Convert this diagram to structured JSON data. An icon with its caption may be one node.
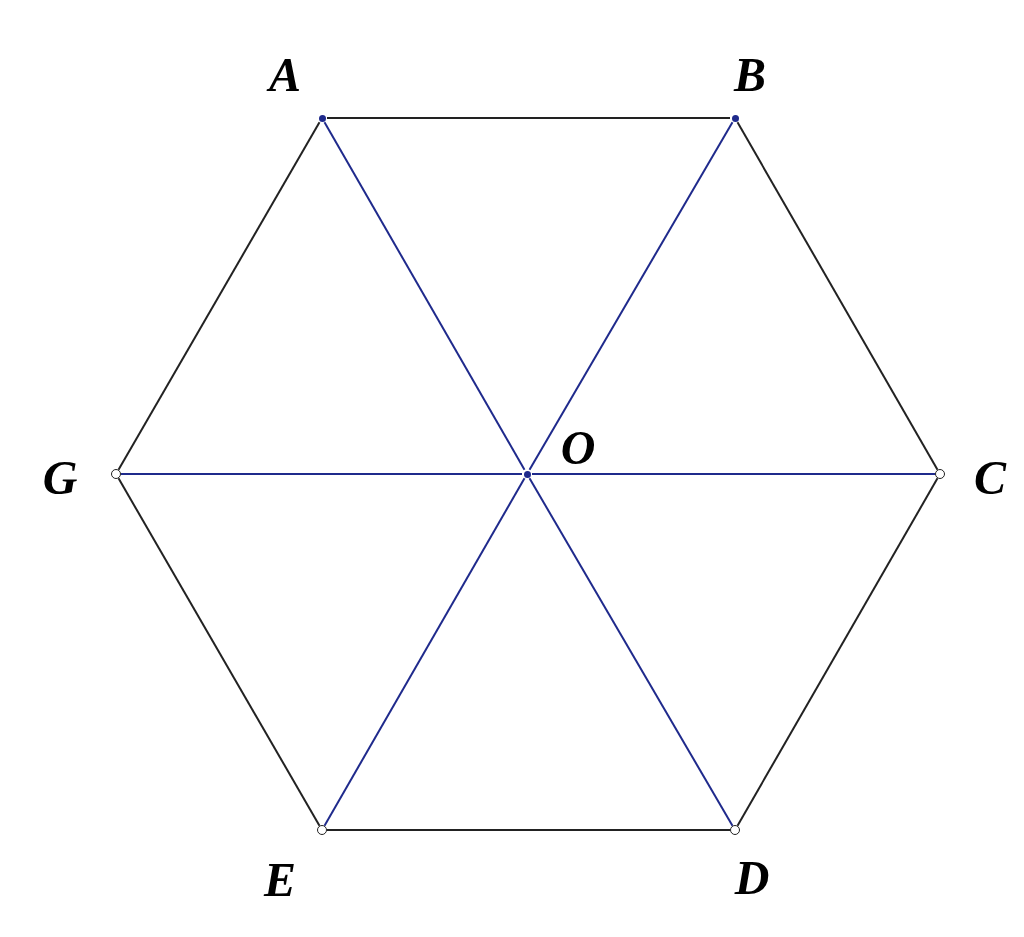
{
  "diagram": {
    "nodes": [
      {
        "text": [],
        "shape": "dot",
        "beside": [
          "A"
        ]
      },
      {
        "text": [],
        "shape": "dot",
        "beside": [
          "B"
        ]
      },
      {
        "text": [],
        "shape": "circle",
        "beside": [
          "C"
        ]
      },
      {
        "text": [],
        "shape": "circle",
        "beside": [
          "D"
        ]
      },
      {
        "text": [],
        "shape": "circle",
        "beside": [
          "E"
        ]
      },
      {
        "text": [],
        "shape": "circle",
        "beside": [
          "G"
        ]
      },
      {
        "text": [],
        "shape": "dot",
        "beside": [
          "O"
        ]
      }
    ],
    "edges": [
      {
        "from": 0,
        "to": 1,
        "arrow": "none"
      },
      {
        "from": 1,
        "to": 2,
        "arrow": "none"
      },
      {
        "from": 2,
        "to": 3,
        "arrow": "none"
      },
      {
        "from": 3,
        "to": 4,
        "arrow": "none"
      },
      {
        "from": 4,
        "to": 5,
        "arrow": "none"
      },
      {
        "from": 5,
        "to": 0,
        "arrow": "none"
      },
      {
        "from": 0,
        "to": 6,
        "arrow": "none",
        "color": "#1f2a8c"
      },
      {
        "from": 6,
        "to": 3,
        "arrow": "none",
        "color": "#1f2a8c"
      },
      {
        "from": 1,
        "to": 6,
        "arrow": "none",
        "color": "#1f2a8c"
      },
      {
        "from": 6,
        "to": 4,
        "arrow": "none",
        "color": "#1f2a8c"
      },
      {
        "from": 5,
        "to": 6,
        "arrow": "none",
        "color": "#1f2a8c"
      },
      {
        "from": 6,
        "to": 2,
        "arrow": "none",
        "color": "#1f2a8c"
      }
    ]
  }
}
